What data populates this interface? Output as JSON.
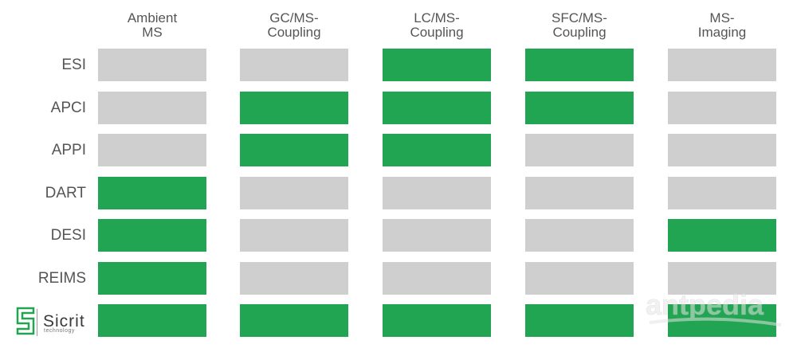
{
  "columns": [
    {
      "line1": "Ambient",
      "line2": "MS"
    },
    {
      "line1": "GC/MS-",
      "line2": "Coupling"
    },
    {
      "line1": "LC/MS-",
      "line2": "Coupling"
    },
    {
      "line1": "SFC/MS-",
      "line2": "Coupling"
    },
    {
      "line1": "MS-",
      "line2": "Imaging"
    }
  ],
  "rows": [
    {
      "label": "ESI",
      "cells": [
        false,
        false,
        true,
        true,
        false
      ]
    },
    {
      "label": "APCI",
      "cells": [
        false,
        true,
        true,
        true,
        false
      ]
    },
    {
      "label": "APPI",
      "cells": [
        false,
        true,
        true,
        false,
        false
      ]
    },
    {
      "label": "DART",
      "cells": [
        true,
        false,
        false,
        false,
        false
      ]
    },
    {
      "label": "DESI",
      "cells": [
        true,
        false,
        false,
        false,
        true
      ]
    },
    {
      "label": "REIMS",
      "cells": [
        true,
        false,
        false,
        false,
        false
      ]
    },
    {
      "label": "",
      "cells": [
        true,
        true,
        true,
        true,
        true
      ]
    }
  ],
  "colors": {
    "active": "#22a552",
    "inactive": "#cfcfcf"
  },
  "logo": {
    "name": "Sicrit",
    "tagline": "technology",
    "icon": "sicrit-s-icon"
  },
  "watermark": {
    "text": "antpedia"
  }
}
